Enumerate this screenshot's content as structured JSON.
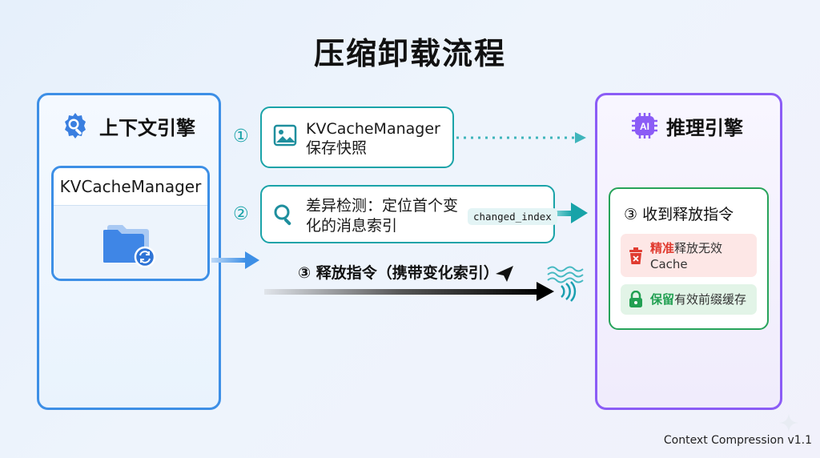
{
  "title": "压缩卸载流程",
  "left_panel": {
    "title": "上下文引擎",
    "component": "KVCacheManager"
  },
  "right_panel": {
    "title": "推理引擎",
    "receive": {
      "step": "③",
      "title": "收到释放指令",
      "release_highlight": "精准",
      "release_rest": "释放无效",
      "release_line2": "Cache",
      "keep_highlight": "保留",
      "keep_rest": "有效前缀缓存"
    }
  },
  "steps": [
    {
      "num": "①",
      "line1": "KVCacheManager",
      "line2": "保存快照"
    },
    {
      "num": "②",
      "line1": "差异检测：定位首个变",
      "line2": "化的消息索引",
      "tag": "changed_index"
    },
    {
      "num": "③",
      "label": "释放指令（携带变化索引）"
    }
  ],
  "footer": "Context Compression v1.1",
  "colors": {
    "blue": "#3d8fe6",
    "teal": "#1aa3a8",
    "purple": "#8b5cf6",
    "green": "#27a35a",
    "red": "#e03b30"
  },
  "icons": [
    "gear-search-icon",
    "image-icon",
    "search-icon",
    "folder-sync-icon",
    "ai-chip-icon",
    "send-icon",
    "wave-icon",
    "signal-icon",
    "trash-icon",
    "lock-icon",
    "sparkle-icon"
  ]
}
